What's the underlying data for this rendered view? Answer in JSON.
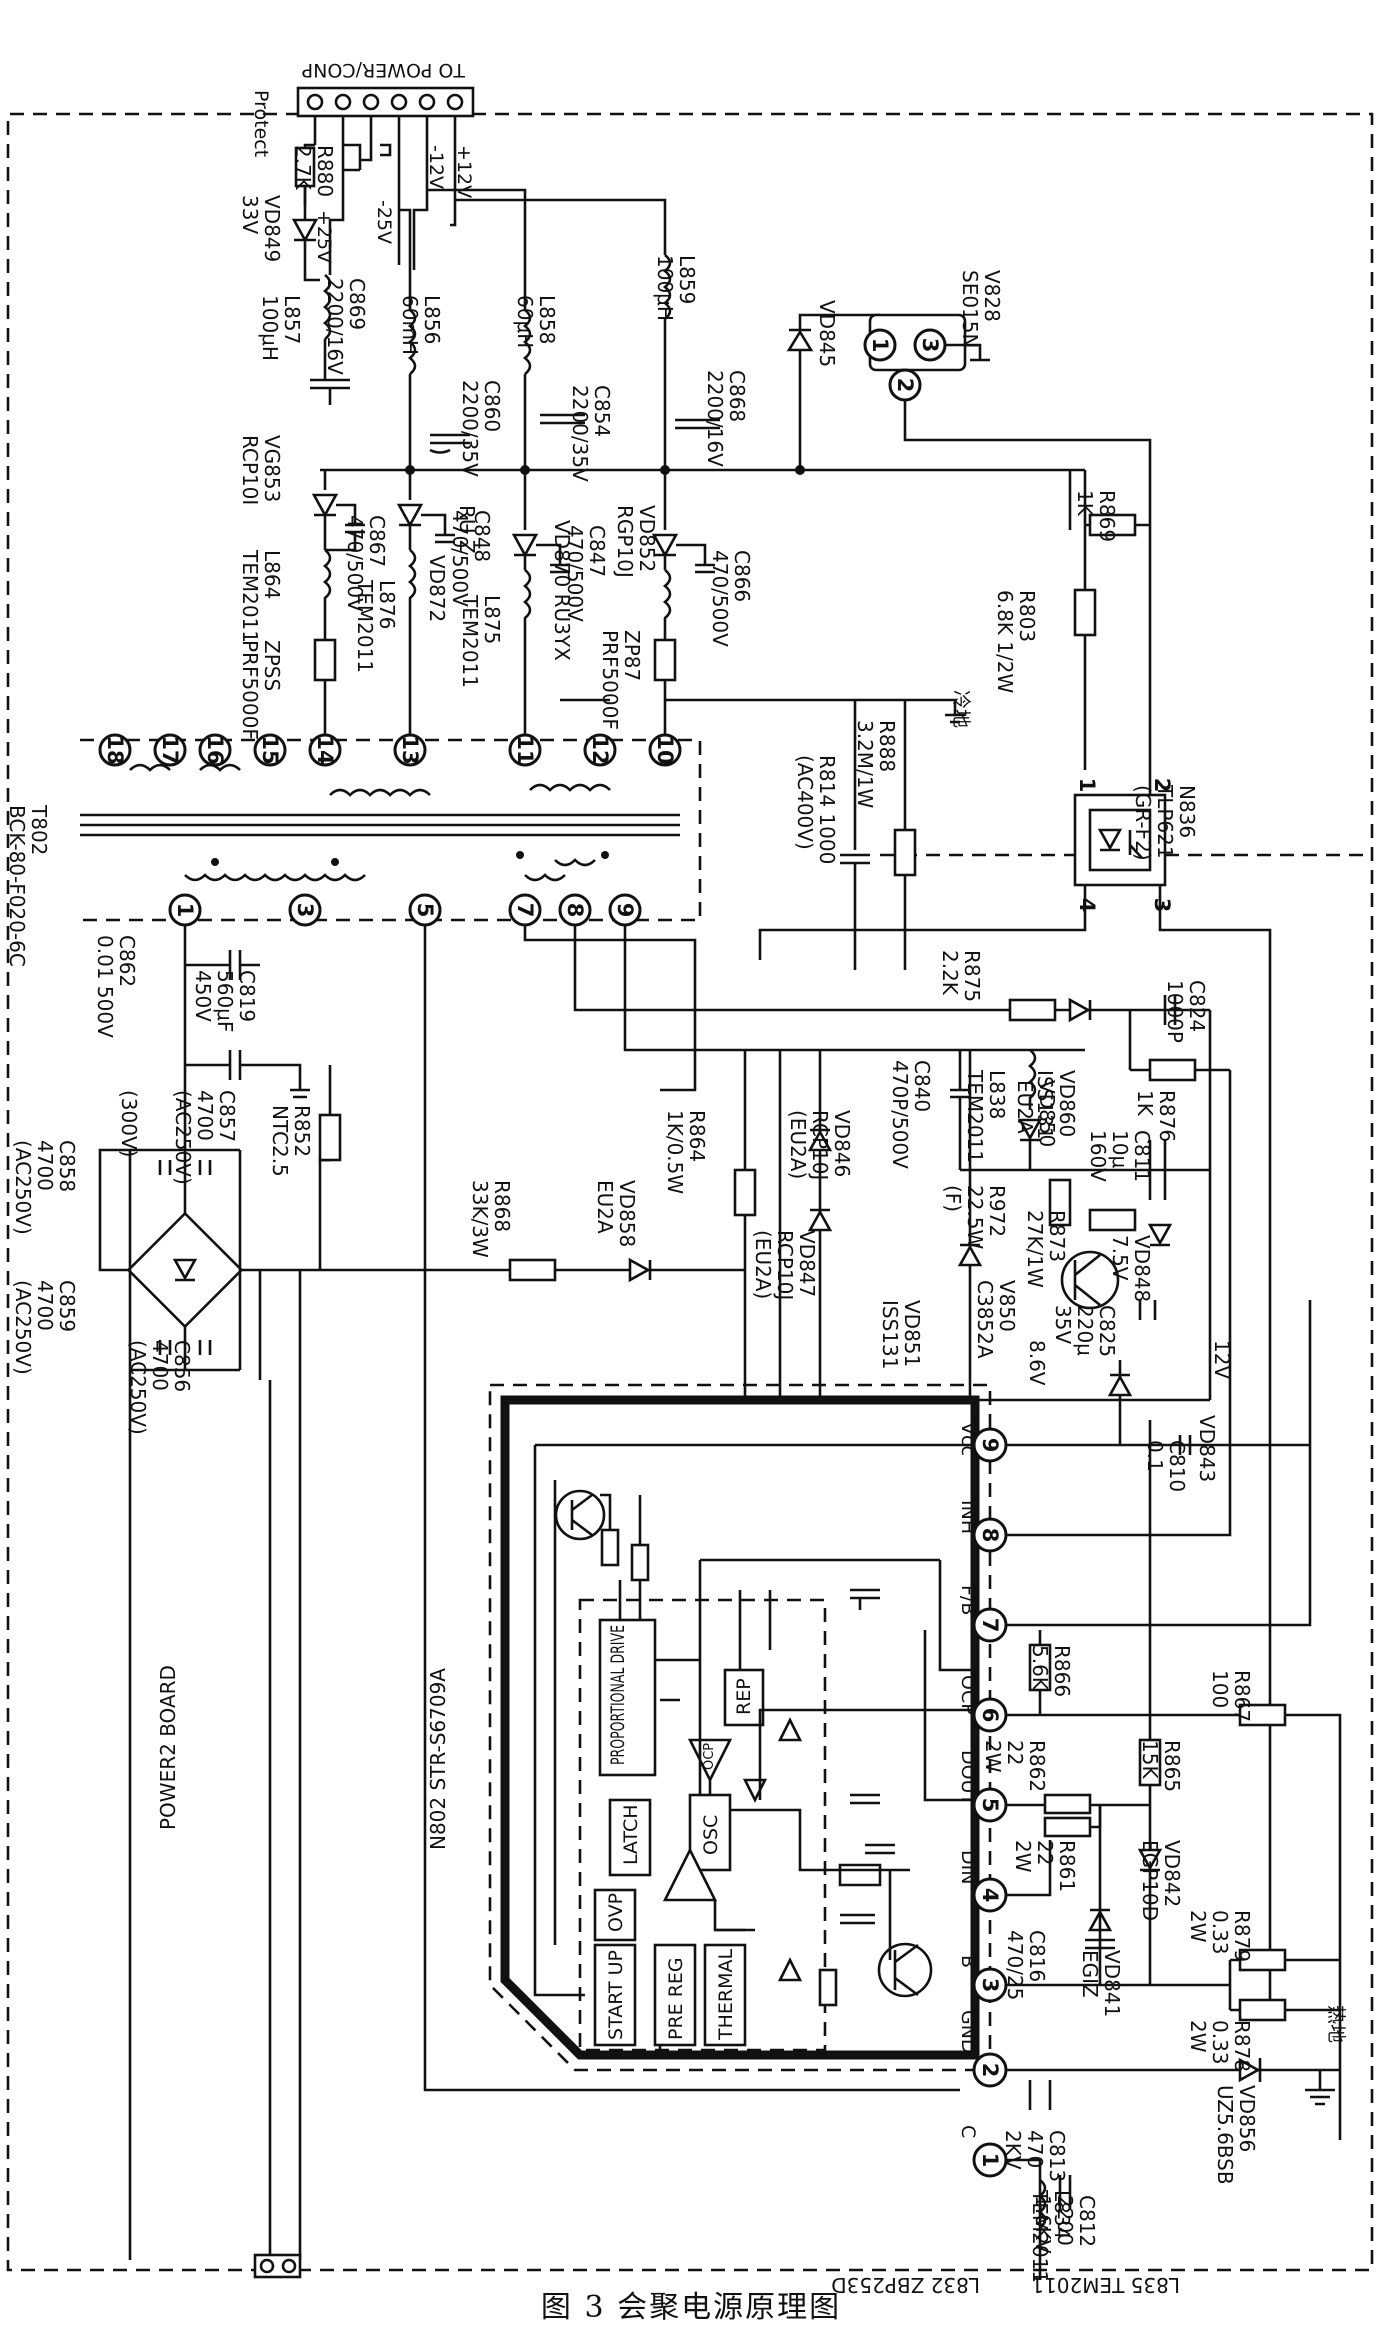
{
  "board_label": "POWER2 BOARD",
  "connector_label": "TO POWER/CONP",
  "caption": "图 3   会聚电源原理图",
  "transformer": {
    "ref": "T802",
    "part": "BCK-80-F020-6C"
  },
  "ic": {
    "ref": "N802",
    "part": "STR-S6709A"
  },
  "ground_labels": {
    "cold": "冷地",
    "hot": "热地"
  },
  "rail_labels": [
    "Protect",
    "+25V",
    "-25V",
    "-12V",
    "+12V"
  ],
  "rotated_labels": [
    {
      "id": "r880",
      "lines": [
        "R880",
        "2.7K"
      ]
    },
    {
      "id": "vd849",
      "lines": [
        "VD849",
        "33V"
      ]
    },
    {
      "id": "l857",
      "lines": [
        "L857",
        "100μH"
      ]
    },
    {
      "id": "c869",
      "lines": [
        "C869",
        "2200/16V"
      ]
    },
    {
      "id": "l856",
      "lines": [
        "L856",
        "60mH"
      ]
    },
    {
      "id": "c860",
      "lines": [
        "C860",
        "2200/35V"
      ]
    },
    {
      "id": "l858",
      "lines": [
        "L858",
        "60μH"
      ]
    },
    {
      "id": "c854",
      "lines": [
        "C854",
        "2200/35V"
      ]
    },
    {
      "id": "l859",
      "lines": [
        "L859",
        "100μH"
      ]
    },
    {
      "id": "c868",
      "lines": [
        "C868",
        "2200/16V"
      ]
    },
    {
      "id": "vd845",
      "lines": [
        "VD845"
      ]
    },
    {
      "id": "v828",
      "lines": [
        "V828",
        "SE015N"
      ]
    },
    {
      "id": "vg853",
      "lines": [
        "VG853",
        "RCP10I"
      ]
    },
    {
      "id": "c867",
      "lines": [
        "C867",
        "470/500V"
      ]
    },
    {
      "id": "ruz",
      "lines": [
        "RU Z"
      ]
    },
    {
      "id": "c848",
      "lines": [
        "C848",
        "470/500V"
      ]
    },
    {
      "id": "vd870",
      "lines": [
        "VD870 RU3YX"
      ]
    },
    {
      "id": "c847",
      "lines": [
        "C847",
        "470/500V"
      ]
    },
    {
      "id": "vd852",
      "lines": [
        "VD852",
        "RGP10J"
      ]
    },
    {
      "id": "c866",
      "lines": [
        "C866",
        "470/500V"
      ]
    },
    {
      "id": "r869",
      "lines": [
        "R869",
        "1K"
      ]
    },
    {
      "id": "r803",
      "lines": [
        "R803",
        "6.8K 1/2W"
      ]
    },
    {
      "id": "l864",
      "lines": [
        "L864",
        "TEM2011"
      ]
    },
    {
      "id": "l876",
      "lines": [
        "L876",
        "TEM2011"
      ]
    },
    {
      "id": "vd872",
      "lines": [
        "VD872"
      ]
    },
    {
      "id": "l875",
      "lines": [
        "L875",
        "TEM2011"
      ]
    },
    {
      "id": "zpss",
      "lines": [
        "ZPSS",
        "PRF5000F"
      ]
    },
    {
      "id": "zp87",
      "lines": [
        "ZP87",
        "PRF5000F"
      ]
    },
    {
      "id": "t802",
      "lines": [
        "T802",
        "BCK-80-F020-6C"
      ]
    },
    {
      "id": "r814",
      "lines": [
        "R814 1000",
        "(AC400V)"
      ]
    },
    {
      "id": "r888",
      "lines": [
        "R888",
        "3.2M/1W"
      ]
    },
    {
      "id": "n836",
      "lines": [
        "N836",
        "TLP621",
        "(GR-F2)"
      ]
    },
    {
      "id": "c862",
      "lines": [
        "C862",
        "0.01 500V"
      ]
    },
    {
      "id": "c819",
      "lines": [
        "C819",
        "560μF",
        "450V"
      ]
    },
    {
      "id": "r875",
      "lines": [
        "R875",
        "2.2K"
      ]
    },
    {
      "id": "vd860",
      "lines": [
        "VD860",
        "ISS131"
      ]
    },
    {
      "id": "c824",
      "lines": [
        "C824",
        "1000P"
      ]
    },
    {
      "id": "r876",
      "lines": [
        "R876",
        "1K"
      ]
    },
    {
      "id": "v300",
      "lines": [
        "(300V)"
      ]
    },
    {
      "id": "c857",
      "lines": [
        "C857",
        "4700",
        "(AC250V)"
      ]
    },
    {
      "id": "r852",
      "lines": [
        "R852",
        "NTC2.5"
      ]
    },
    {
      "id": "c858",
      "lines": [
        "C858",
        "4700",
        "(AC250V)"
      ]
    },
    {
      "id": "c859",
      "lines": [
        "C859",
        "4700",
        "(AC250V)"
      ]
    },
    {
      "id": "c856",
      "lines": [
        "C856",
        "4700",
        "(AC250V)"
      ]
    },
    {
      "id": "r868",
      "lines": [
        "R868",
        "33K/3W"
      ]
    },
    {
      "id": "vd858",
      "lines": [
        "VD858",
        "EU2A"
      ]
    },
    {
      "id": "r864",
      "lines": [
        "R864",
        "1K/0.5W"
      ]
    },
    {
      "id": "vd846",
      "lines": [
        "VD846",
        "RCP10J",
        "(EU2A)"
      ]
    },
    {
      "id": "vd847",
      "lines": [
        "VD847",
        "RCP10J",
        "(EU2A)"
      ]
    },
    {
      "id": "c840",
      "lines": [
        "C840",
        "470P/500V"
      ]
    },
    {
      "id": "l838",
      "lines": [
        "L838",
        "TEM2011"
      ]
    },
    {
      "id": "vd850",
      "lines": [
        "VD850",
        "EU2A"
      ]
    },
    {
      "id": "c811",
      "lines": [
        "C811",
        "10μ",
        "160V"
      ]
    },
    {
      "id": "r972",
      "lines": [
        "R972",
        "22.5W",
        "(F)"
      ]
    },
    {
      "id": "r873",
      "lines": [
        "R873",
        "27K/1W"
      ]
    },
    {
      "id": "vd848",
      "lines": [
        "VD848",
        "7.5V"
      ]
    },
    {
      "id": "v850",
      "lines": [
        "V850",
        "C3852A"
      ]
    },
    {
      "id": "c825",
      "lines": [
        "C825",
        "220μ",
        "35V"
      ]
    },
    {
      "id": "vd851",
      "lines": [
        "VD851",
        "ISS131"
      ]
    },
    {
      "id": "v86",
      "lines": [
        "8.6V"
      ]
    },
    {
      "id": "v12",
      "lines": [
        "12V"
      ]
    },
    {
      "id": "vd843",
      "lines": [
        "VD843"
      ]
    },
    {
      "id": "c810",
      "lines": [
        "C810",
        "0.1"
      ]
    },
    {
      "id": "r866",
      "lines": [
        "R866",
        "5.6K"
      ]
    },
    {
      "id": "r867",
      "lines": [
        "R867",
        "100"
      ]
    },
    {
      "id": "r862",
      "lines": [
        "R862",
        "22",
        "2W"
      ]
    },
    {
      "id": "r861",
      "lines": [
        "R861",
        "22",
        "2W"
      ]
    },
    {
      "id": "r865",
      "lines": [
        "R865",
        "15K"
      ]
    },
    {
      "id": "vd842",
      "lines": [
        "VD842",
        "EGP10D"
      ]
    },
    {
      "id": "vd841",
      "lines": [
        "VD841",
        "EGIZ"
      ]
    },
    {
      "id": "c816",
      "lines": [
        "C816",
        "470/25"
      ]
    },
    {
      "id": "r879",
      "lines": [
        "R879",
        "0.33",
        "2W"
      ]
    },
    {
      "id": "r878",
      "lines": [
        "R878",
        "0.33",
        "2W"
      ]
    },
    {
      "id": "vd856",
      "lines": [
        "VD856",
        "UZ5.6BSB"
      ]
    },
    {
      "id": "c813",
      "lines": [
        "C813",
        "470",
        "2KV"
      ]
    },
    {
      "id": "l834",
      "lines": [
        "L834",
        "TEM2011"
      ]
    },
    {
      "id": "c812",
      "lines": [
        "C812",
        "2200",
        "1.6KV"
      ]
    },
    {
      "id": "l832",
      "lines": [
        "L832  ZBP253D"
      ]
    },
    {
      "id": "l835",
      "lines": [
        "L835  TEM2011"
      ]
    },
    {
      "id": "n802",
      "lines": [
        "N802  STR-S6709A"
      ]
    },
    {
      "id": "board",
      "lines": [
        "POWER2 BOARD"
      ]
    }
  ],
  "ic_pins": [
    {
      "num": "1",
      "name": "C"
    },
    {
      "num": "2",
      "name": "GND"
    },
    {
      "num": "3",
      "name": "B"
    },
    {
      "num": "4",
      "name": "DIN"
    },
    {
      "num": "5",
      "name": "DOUT"
    },
    {
      "num": "6",
      "name": "OCP"
    },
    {
      "num": "7",
      "name": "F/B"
    },
    {
      "num": "8",
      "name": "INH"
    },
    {
      "num": "9",
      "name": "Vcc"
    }
  ],
  "ic_blocks": [
    {
      "id": "start_up",
      "label": "START UP"
    },
    {
      "id": "pre_reg",
      "label": "PRE REG"
    },
    {
      "id": "thermal",
      "label": "THERMAL"
    },
    {
      "id": "ovp",
      "label": "OVP"
    },
    {
      "id": "latch",
      "label": "LATCH"
    },
    {
      "id": "osc",
      "label": "OSC"
    },
    {
      "id": "prop_drive",
      "label": "PROPORTIONAL DRIVE"
    },
    {
      "id": "rep",
      "label": "REP"
    },
    {
      "id": "ocp_amp",
      "label": "OCP"
    }
  ],
  "transformer_pins": [
    "1",
    "3",
    "5",
    "7",
    "8",
    "9",
    "10",
    "11",
    "12",
    "13",
    "14",
    "15",
    "16",
    "17",
    "18"
  ],
  "optocoupler_pins": [
    "1",
    "2",
    "3",
    "4"
  ],
  "regulator_pins": [
    "1",
    "2",
    "3"
  ]
}
